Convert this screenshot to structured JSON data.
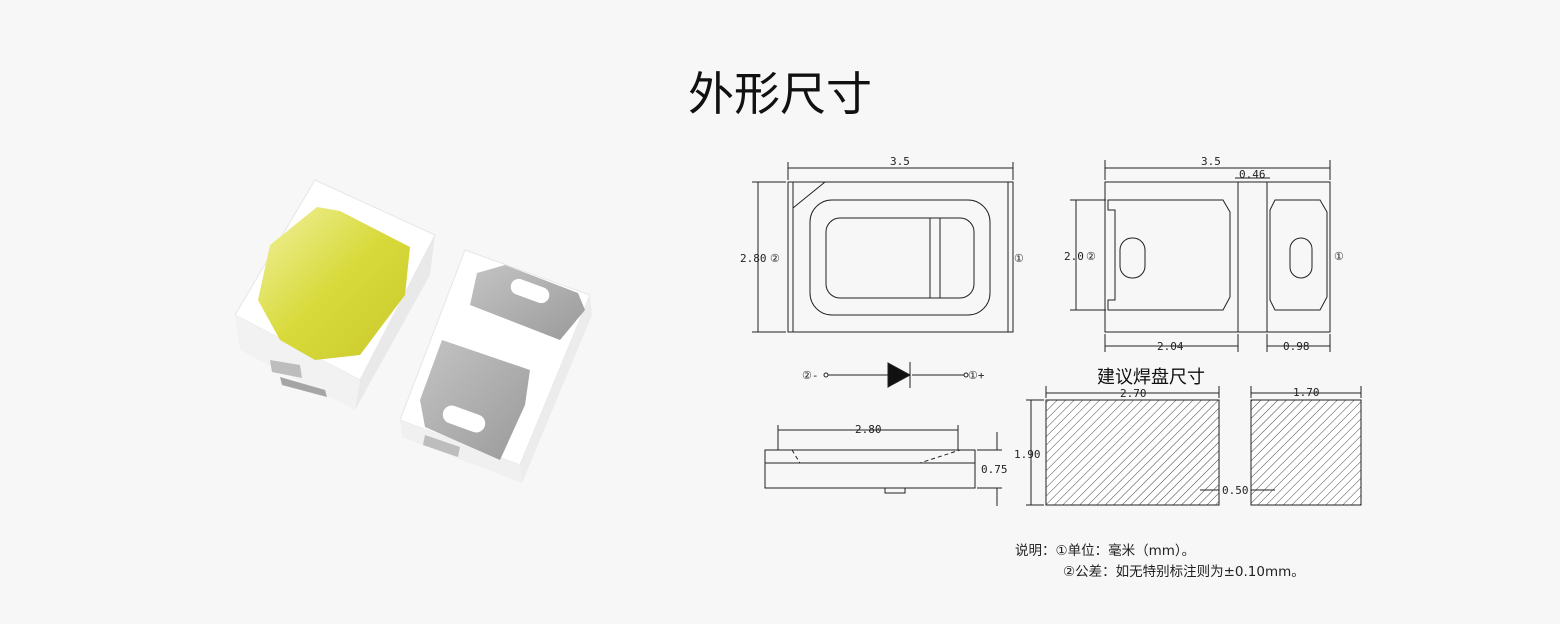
{
  "title": "外形尺寸",
  "top_view": {
    "width": "3.5",
    "height": "2.80",
    "pin2": "②",
    "pin1": "①"
  },
  "bottom_view": {
    "width": "3.5",
    "gap": "0.46",
    "height": "2.0",
    "left_pad": "2.04",
    "right_pad": "0.98",
    "pin2": "②",
    "pin1": "①"
  },
  "symbol": {
    "minus": "②-",
    "plus": "①+"
  },
  "side_view": {
    "width": "2.80",
    "height": "0.75"
  },
  "pad_layout": {
    "title": "建议焊盘尺寸",
    "left_width": "2.70",
    "right_width": "1.70",
    "height": "1.90",
    "gap": "0.50"
  },
  "notes": {
    "line1": "说明：①单位：毫米（mm）。",
    "line2": "②公差：如无特别标注则为±0.10mm。"
  },
  "colors": {
    "background": "#f7f7f7",
    "phosphor": "#d9dc3a",
    "pad_metal": "#a9a9a9"
  }
}
